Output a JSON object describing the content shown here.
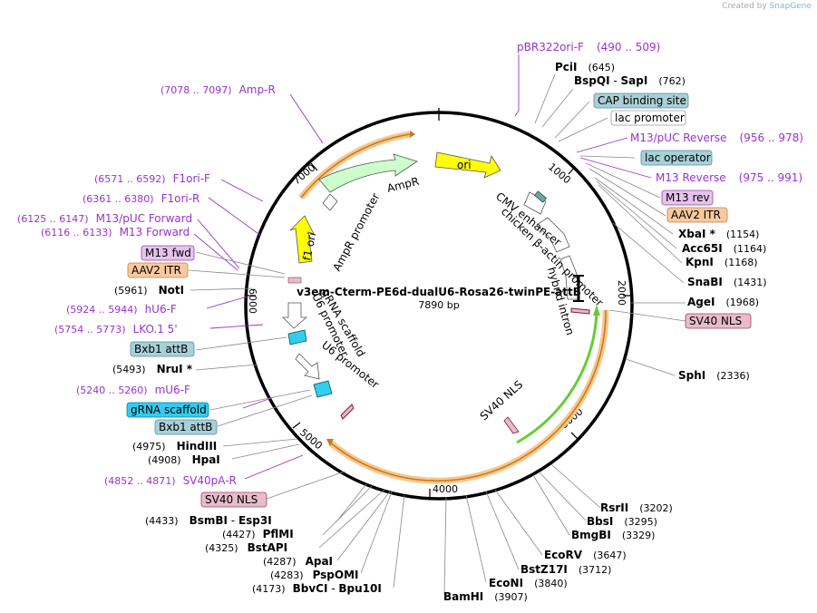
{
  "credit": {
    "created_by": "Created by",
    "brand": "SnapGene"
  },
  "plasmid": {
    "name": "v3em-Cterm-PE6d-dualU6-Rosa26-twinPE-attB",
    "length": "7890 bp"
  },
  "ticks": [
    "1000",
    "2000",
    "3000",
    "4000",
    "5000",
    "6000",
    "7000"
  ],
  "right_labels": [
    {
      "name": "pBR322ori-F",
      "pos": "(490 .. 509)",
      "kind": "primer"
    },
    {
      "name": "PciI",
      "pos": "(645)",
      "kind": "enzyme"
    },
    {
      "name": "BspQI",
      "name2": "SapI",
      "pos": "(762)",
      "kind": "enzyme2"
    },
    {
      "name": "CAP binding site",
      "kind": "box",
      "color": "#a8d0d8"
    },
    {
      "name": "lac promoter",
      "kind": "box",
      "color": "#ffffff"
    },
    {
      "name": "M13/pUC Reverse",
      "pos": "(956 .. 978)",
      "kind": "primer"
    },
    {
      "name": "lac operator",
      "kind": "box",
      "color": "#a8d0d8"
    },
    {
      "name": "M13 Reverse",
      "pos": "(975 .. 991)",
      "kind": "primer"
    },
    {
      "name": "M13 rev",
      "kind": "box",
      "color": "#e6c3ef"
    },
    {
      "name": "AAV2 ITR",
      "kind": "box",
      "color": "#f8c9a0"
    },
    {
      "name": "XbaI *",
      "pos": "(1154)",
      "kind": "enzyme"
    },
    {
      "name": "Acc65I",
      "pos": "(1164)",
      "kind": "enzyme"
    },
    {
      "name": "KpnI",
      "pos": "(1168)",
      "kind": "enzyme"
    },
    {
      "name": "SnaBI",
      "pos": "(1431)",
      "kind": "enzyme"
    },
    {
      "name": "AgeI",
      "pos": "(1968)",
      "kind": "enzyme"
    },
    {
      "name": "SV40 NLS",
      "kind": "box",
      "color": "#e6bcc9"
    },
    {
      "name": "SphI",
      "pos": "(2336)",
      "kind": "enzyme"
    }
  ],
  "bottom_right_labels": [
    {
      "name": "RsrII",
      "pos": "(3202)"
    },
    {
      "name": "BbsI",
      "pos": "(3295)"
    },
    {
      "name": "BmgBI",
      "pos": "(3329)"
    },
    {
      "name": "EcoRV",
      "pos": "(3647)"
    },
    {
      "name": "BstZ17I",
      "pos": "(3712)"
    },
    {
      "name": "EcoNI",
      "pos": "(3840)"
    },
    {
      "name": "BamHI",
      "pos": "(3907)"
    }
  ],
  "bottom_left_labels": [
    {
      "name": "BsmBI",
      "name2": "Esp3I",
      "pos": "(4433)"
    },
    {
      "name": "PflMI",
      "pos": "(4427)"
    },
    {
      "name": "BstAPI",
      "pos": "(4325)"
    },
    {
      "name": "ApaI",
      "pos": "(4287)"
    },
    {
      "name": "PspOMI",
      "pos": "(4283)"
    },
    {
      "name": "BbvCI",
      "name2": "Bpu10I",
      "pos": "(4173)"
    }
  ],
  "left_labels": [
    {
      "name": "Amp-R",
      "pos": "(7078 .. 7097)",
      "kind": "primer"
    },
    {
      "name": "F1ori-F",
      "pos": "(6571 .. 6592)",
      "kind": "primer"
    },
    {
      "name": "F1ori-R",
      "pos": "(6361 .. 6380)",
      "kind": "primer"
    },
    {
      "name": "M13/pUC Forward",
      "pos": "(6125 .. 6147)",
      "kind": "primer"
    },
    {
      "name": "M13 Forward",
      "pos": "(6116 .. 6133)",
      "kind": "primer"
    },
    {
      "name": "M13 fwd",
      "kind": "box",
      "color": "#e6c3ef"
    },
    {
      "name": "AAV2 ITR",
      "kind": "box",
      "color": "#f8c9a0"
    },
    {
      "name": "NotI",
      "pos": "(5961)",
      "kind": "enzyme"
    },
    {
      "name": "hU6-F",
      "pos": "(5924 .. 5944)",
      "kind": "primer"
    },
    {
      "name": "LKO.1 5'",
      "pos": "(5754 .. 5773)",
      "kind": "primer"
    },
    {
      "name": "Bxb1 attB",
      "kind": "box",
      "color": "#a8d0d8"
    },
    {
      "name": "NruI *",
      "pos": "(5493)",
      "kind": "enzyme"
    },
    {
      "name": "mU6-F",
      "pos": "(5240 .. 5260)",
      "kind": "primer"
    },
    {
      "name": "gRNA scaffold",
      "kind": "box",
      "color": "#33ccee"
    },
    {
      "name": "Bxb1 attB",
      "kind": "box",
      "color": "#a8d0d8"
    },
    {
      "name": "HindIII",
      "pos": "(4975)",
      "kind": "enzyme"
    },
    {
      "name": "HpaI",
      "pos": "(4908)",
      "kind": "enzyme"
    },
    {
      "name": "SV40pA-R",
      "pos": "(4852 .. 4871)",
      "kind": "primer"
    },
    {
      "name": "SV40 NLS",
      "kind": "box",
      "color": "#e6bcc9"
    }
  ],
  "features": [
    {
      "name": "ori",
      "color": "#ffff00"
    },
    {
      "name": "AmpR",
      "color": "#ccffcc"
    },
    {
      "name": "AmpR promoter",
      "color": "#ffffff"
    },
    {
      "name": "f1 ori",
      "color": "#ffff00"
    },
    {
      "name": "CMV enhancer",
      "color": "#ffffff"
    },
    {
      "name": "chicken β-actin promoter",
      "color": "#ffffff"
    },
    {
      "name": "hybrid intron",
      "color": "#ffffff"
    },
    {
      "name": "SV40 NLS",
      "color": "#e6bcc9"
    },
    {
      "name": "U6 promoter",
      "color": "#ffffff"
    },
    {
      "name": "gRNA scaffold",
      "color": "#33ccee"
    },
    {
      "name": "U6 promoter",
      "color": "#ffffff"
    }
  ]
}
